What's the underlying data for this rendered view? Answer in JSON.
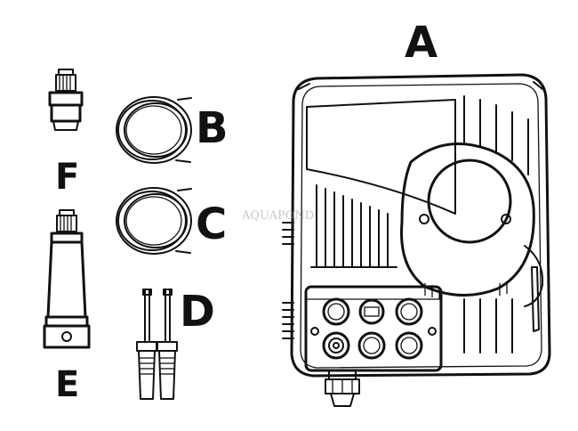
{
  "labels": {
    "a": "A",
    "b": "B",
    "c": "C",
    "d": "D",
    "e": "E",
    "f": "F"
  },
  "watermark": "AQUAPOND"
}
